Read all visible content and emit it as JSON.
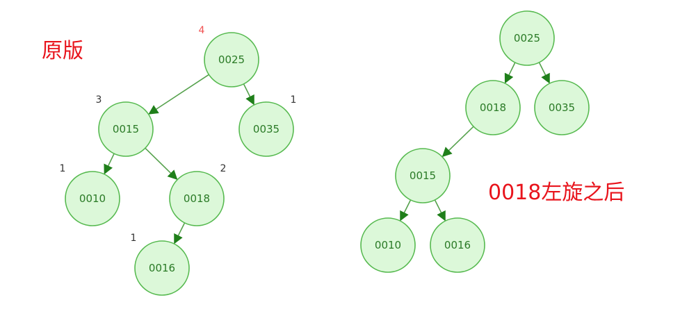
{
  "labels": {
    "original": "原版",
    "after_rotation": "0018左旋之后"
  },
  "colors": {
    "node_fill": "#dcf8d9",
    "node_stroke": "#55b94e",
    "edge": "#55a14c",
    "arrowhead": "#1f7f1a",
    "node_text": "#2a7a26",
    "height_label": "#333333",
    "highlight_label": "#f05050",
    "title": "#e8141c"
  },
  "trees": {
    "original": {
      "nodes": [
        {
          "id": "o25",
          "label": "0025",
          "height": "4",
          "highlight": true
        },
        {
          "id": "o15",
          "label": "0015",
          "height": "3"
        },
        {
          "id": "o35",
          "label": "0035",
          "height": "1"
        },
        {
          "id": "o10",
          "label": "0010",
          "height": "1"
        },
        {
          "id": "o18",
          "label": "0018",
          "height": "2"
        },
        {
          "id": "o16",
          "label": "0016",
          "height": "1"
        }
      ],
      "edges": [
        [
          "o25",
          "o15"
        ],
        [
          "o25",
          "o35"
        ],
        [
          "o15",
          "o10"
        ],
        [
          "o15",
          "o18"
        ],
        [
          "o18",
          "o16"
        ]
      ]
    },
    "after": {
      "nodes": [
        {
          "id": "a25",
          "label": "0025"
        },
        {
          "id": "a18",
          "label": "0018"
        },
        {
          "id": "a35",
          "label": "0035"
        },
        {
          "id": "a15",
          "label": "0015"
        },
        {
          "id": "a10",
          "label": "0010"
        },
        {
          "id": "a16",
          "label": "0016"
        }
      ],
      "edges": [
        [
          "a25",
          "a18"
        ],
        [
          "a25",
          "a35"
        ],
        [
          "a18",
          "a15"
        ],
        [
          "a15",
          "a10"
        ],
        [
          "a15",
          "a16"
        ]
      ]
    }
  }
}
